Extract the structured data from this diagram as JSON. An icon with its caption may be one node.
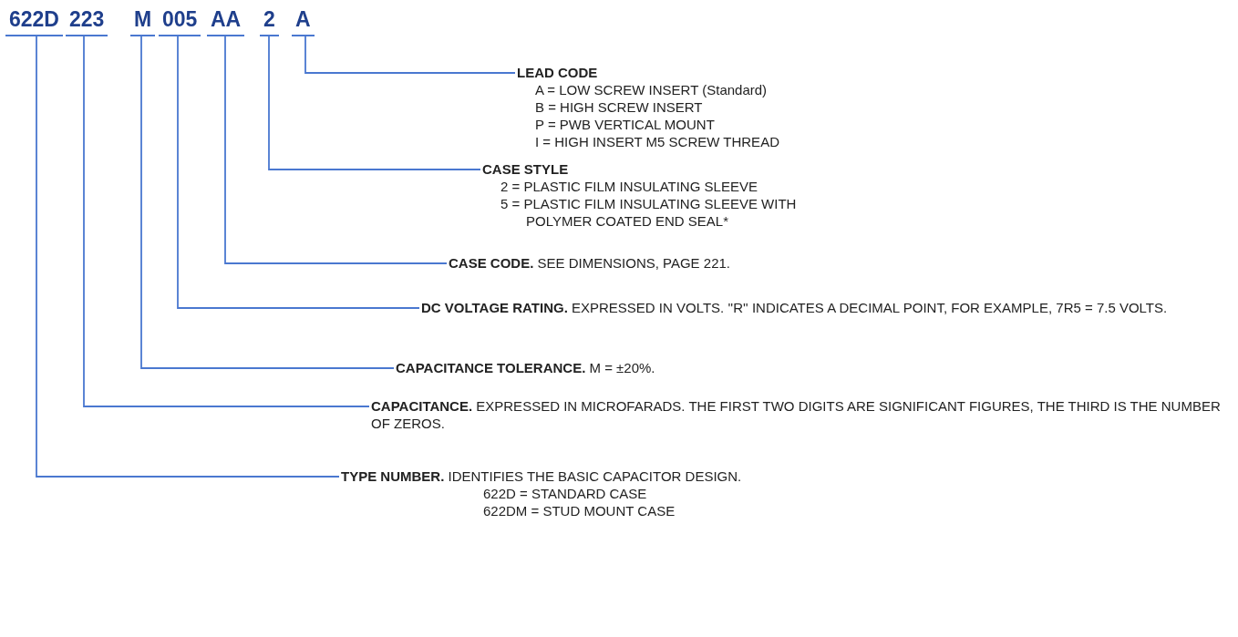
{
  "diagram": {
    "nodes": [
      {
        "text": [
          "622D"
        ]
      },
      {
        "text": [
          "223"
        ]
      },
      {
        "text": [
          "M"
        ]
      },
      {
        "text": [
          "005"
        ]
      },
      {
        "text": [
          "AA"
        ]
      },
      {
        "text": [
          "2"
        ]
      },
      {
        "text": [
          "A"
        ]
      },
      {
        "text": [
          "LEAD CODE",
          "A = LOW SCREW INSERT (Standard)",
          "B = HIGH SCREW INSERT",
          "P = PWB VERTICAL MOUNT",
          "I = HIGH INSERT M5 SCREW THREAD"
        ]
      },
      {
        "text": [
          "CASE STYLE",
          "2 = PLASTIC FILM INSULATING SLEEVE",
          "5 = PLASTIC FILM INSULATING SLEEVE WITH POLYMER COATED END SEAL*"
        ]
      },
      {
        "text": [
          "**CASE CODE.** SEE DIMENSIONS, PAGE 221."
        ]
      },
      {
        "text": [
          "**DC VOLTAGE RATING.** EXPRESSED IN VOLTS. ''R'' INDICATES A DECIMAL POINT, FOR EXAMPLE, 7R5 = 7.5 VOLTS."
        ]
      },
      {
        "text": [
          "**CAPACITANCE TOLERANCE.** M = ±20%."
        ]
      },
      {
        "text": [
          "**CAPACITANCE.** EXPRESSED IN MICROFARADS. THE FIRST TWO DIGITS ARE SIGNIFICANT FIGURES, THE THIRD IS THE NUMBER OF ZEROS."
        ]
      },
      {
        "text": [
          "**TYPE NUMBER.** IDENTIFIES THE BASIC CAPACITOR DESIGN.",
          "622D = STANDARD CASE",
          "622DM = STUD MOUNT CASE"
        ]
      }
    ],
    "edges": [
      {
        "from": 6,
        "to": 7,
        "arrow": "none"
      },
      {
        "from": 5,
        "to": 8,
        "arrow": "none"
      },
      {
        "from": 4,
        "to": 9,
        "arrow": "none"
      },
      {
        "from": 3,
        "to": 10,
        "arrow": "none"
      },
      {
        "from": 2,
        "to": 11,
        "arrow": "none"
      },
      {
        "from": 1,
        "to": 12,
        "arrow": "none"
      },
      {
        "from": 0,
        "to": 13,
        "arrow": "none"
      }
    ]
  }
}
